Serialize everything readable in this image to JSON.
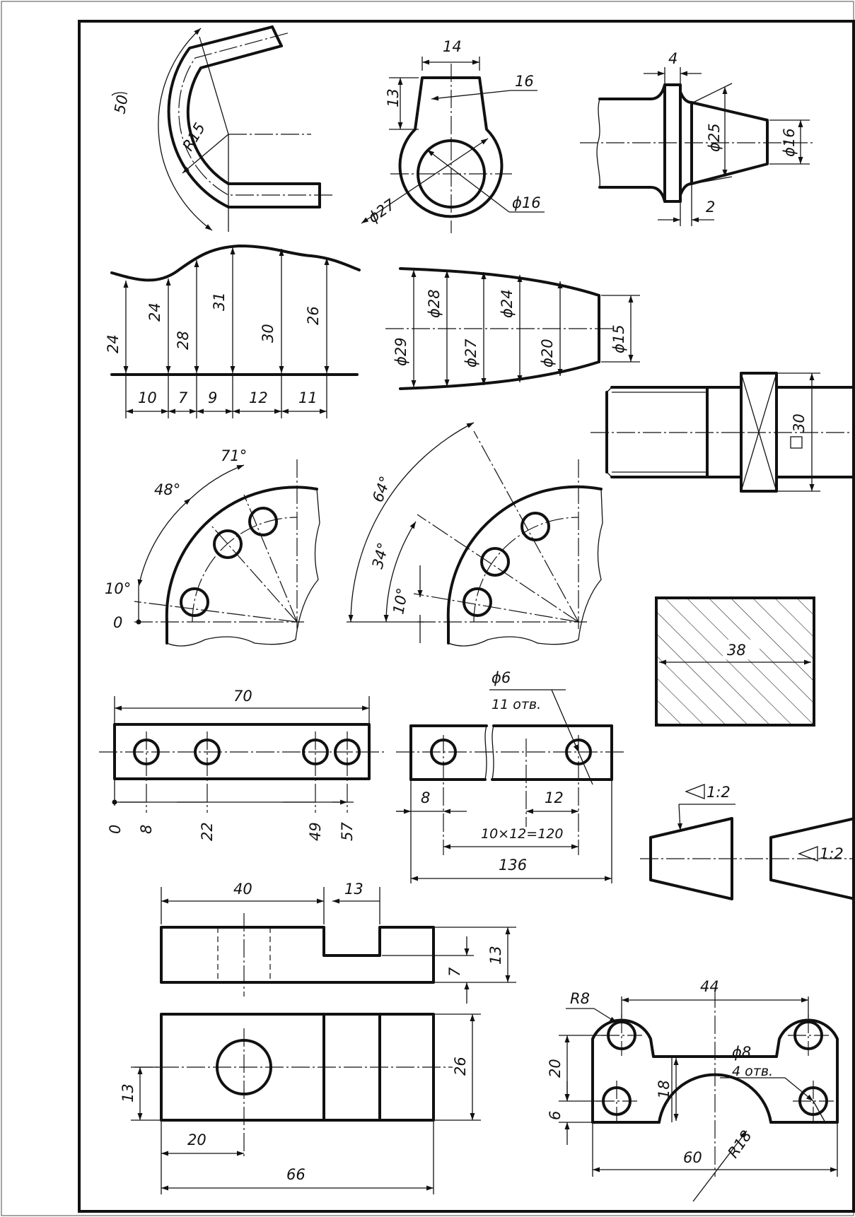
{
  "drawing": {
    "bend": {
      "arc_length": "50",
      "radius": "R15"
    },
    "eye": {
      "height": "13",
      "width": "14",
      "radius": "16",
      "outer_dia": "ϕ27",
      "inner_dia": "ϕ16"
    },
    "flange": {
      "width": "4",
      "collar_dia": "ϕ25",
      "small_dia": "ϕ16",
      "gap": "2"
    },
    "curve": {
      "heights": [
        "24",
        "24",
        "28",
        "31",
        "30",
        "26"
      ],
      "spacings": [
        "10",
        "7",
        "9",
        "12",
        "11"
      ]
    },
    "taper_profile": {
      "diameters": [
        "ϕ29",
        "ϕ28",
        "ϕ27",
        "ϕ24",
        "ϕ20",
        "ϕ15"
      ]
    },
    "square_shaft": {
      "size": "30"
    },
    "holes_left": {
      "angles": [
        "71°",
        "48°",
        "10°"
      ],
      "origin": "0"
    },
    "holes_right": {
      "angles": [
        "64°",
        "34°",
        "10°"
      ]
    },
    "section": {
      "size": "38"
    },
    "strip": {
      "length": "70",
      "positions": [
        "0",
        "8",
        "22",
        "49",
        "57"
      ]
    },
    "plate": {
      "hole_dia": "ϕ6",
      "hole_count": "11 отв.",
      "pitch": "12",
      "offset": "8",
      "chain": "10×12=120",
      "length": "136"
    },
    "taper": {
      "ratio": "1:2"
    },
    "block_front": {
      "length": "40",
      "slot_width": "13",
      "height": "13",
      "slot_depth": "7"
    },
    "block_top": {
      "height": "26",
      "hole_offset_y": "13",
      "hole_offset_x": "20",
      "length": "66"
    },
    "bracket": {
      "radius": "R8",
      "spacing": "44",
      "height": "20",
      "bottom": "6",
      "arch_height": "18",
      "hole_dia": "ϕ8",
      "hole_count": "4 отв.",
      "arch_radius": "R18",
      "width": "60"
    }
  }
}
